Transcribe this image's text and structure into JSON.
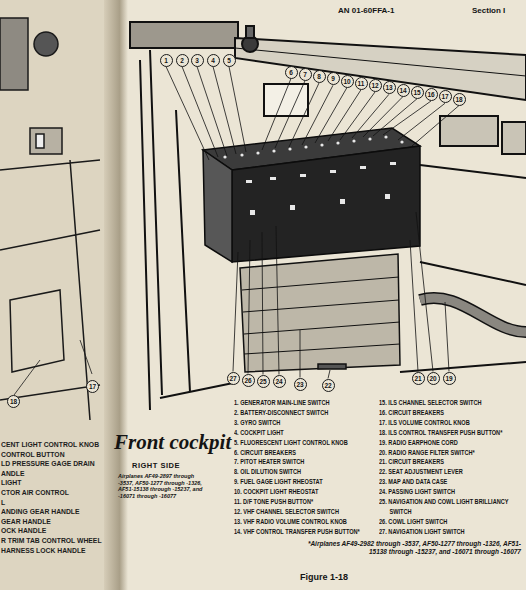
{
  "diagram": {
    "title": "Front cockpit",
    "caption": "Figure 1-18",
    "labels": [
      "AN 01-60FFA-1",
      "Section I",
      "1",
      "2",
      "3",
      "4",
      "5",
      "6",
      "7",
      "8",
      "9",
      "10",
      "11",
      "12",
      "13",
      "14",
      "15",
      "16",
      "17",
      "18",
      "19",
      "20",
      "21",
      "22",
      "23",
      "24",
      "25",
      "26",
      "27",
      "18",
      "17",
      "CENT LIGHT CONTROL KNOB",
      "CONTROL BUTTON",
      "LD PRESSURE GAGE DRAIN",
      "ANDLE",
      "LIGHT",
      "CTOR AIR CONTROL",
      "L",
      "ANDING GEAR HANDLE",
      "GEAR HANDLE",
      "OCK HANDLE",
      "R TRIM TAB CONTROL WHEEL",
      "HARNESS LOCK HANDLE",
      "RIGHT SIDE",
      "Airplanes AF49-2897 through -3537, AF50-1277 through -1326, AF51-15138 through -15237, and -16071 through -16077",
      "1. GENERATOR MAIN-LINE SWITCH",
      "2. BATTERY-DISCONNECT SWITCH",
      "3. GYRO SWITCH",
      "4. COCKPIT LIGHT",
      "5. FLUORESCENT LIGHT CONTROL KNOB",
      "6. CIRCUIT BREAKERS",
      "7. PITOT HEATER SWITCH",
      "8. OIL DILUTION SWITCH",
      "9. FUEL GAGE LIGHT RHEOSTAT",
      "10. COCKPIT LIGHT RHEOSTAT",
      "11. D/F TONE PUSH BUTTON*",
      "12. VHF CHANNEL SELECTOR SWITCH",
      "13. VHF RADIO VOLUME CONTROL KNOB",
      "14. VHF CONTROL TRANSFER PUSH BUTTON*",
      "15. ILS CHANNEL SELECTOR SWITCH",
      "16. CIRCUIT BREAKERS",
      "17. ILS VOLUME CONTROL KNOB",
      "18. ILS CONTROL TRANSFER PUSH BUTTON*",
      "19. RADIO EARPHONE CORD",
      "20. RADIO RANGE FILTER SWITCH*",
      "21. CIRCUIT BREAKERS",
      "22. SEAT ADJUSTMENT LEVER",
      "23. MAP AND DATA CASE",
      "24. PASSING LIGHT SWITCH",
      "25. NAVIGATION AND COWL LIGHT BRILLIANCY SWITCH",
      "26. COWL LIGHT SWITCH",
      "27. NAVIGATION LIGHT SWITCH",
      "*Airplanes AF49-2982 through -3537, AF50-1277 through -1326, AF51-15138 through -15237, and -16071 through -16077"
    ]
  }
}
